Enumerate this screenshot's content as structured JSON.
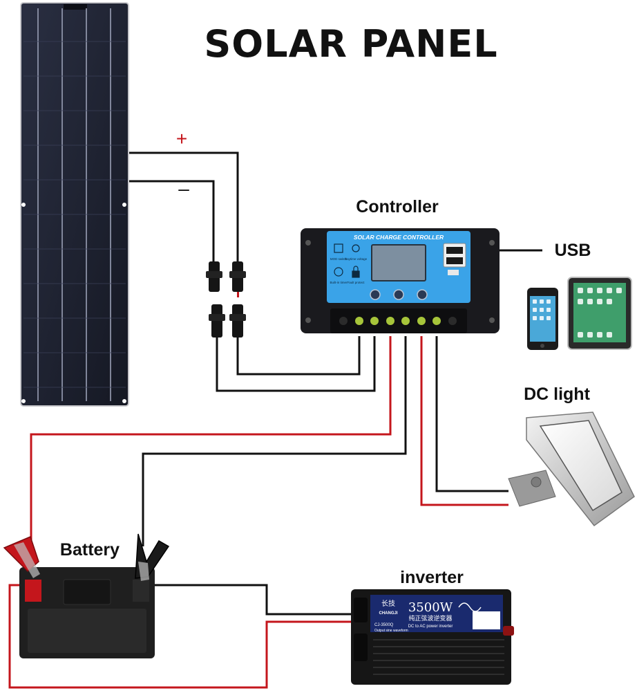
{
  "title": "SOLAR PANEL",
  "labels": {
    "controller": "Controller",
    "usb": "USB",
    "dc_light": "DC light",
    "battery": "Battery",
    "inverter": "inverter",
    "plus": "+",
    "minus": "–"
  },
  "controller_panel": {
    "header": "SOLAR CHARGE CONTROLLER",
    "left_captions": [
      "MOD switch",
      "Daytime voltage",
      "Built-in timer",
      "Fault protect"
    ]
  },
  "inverter_face": {
    "brand_cn": "长技",
    "brand": "CHANGJI",
    "power": "3500W",
    "desc_cn": "纯正弦波逆变器",
    "dc_ac": "DC to AC  power inverter",
    "model": "CJ-3500Q",
    "wave": "Output sine waveform"
  },
  "colors": {
    "wire_red": "#c4161c",
    "wire_black": "#111111",
    "controller_blue": "#3aa3e8",
    "panel_dark": "#1d2130"
  }
}
